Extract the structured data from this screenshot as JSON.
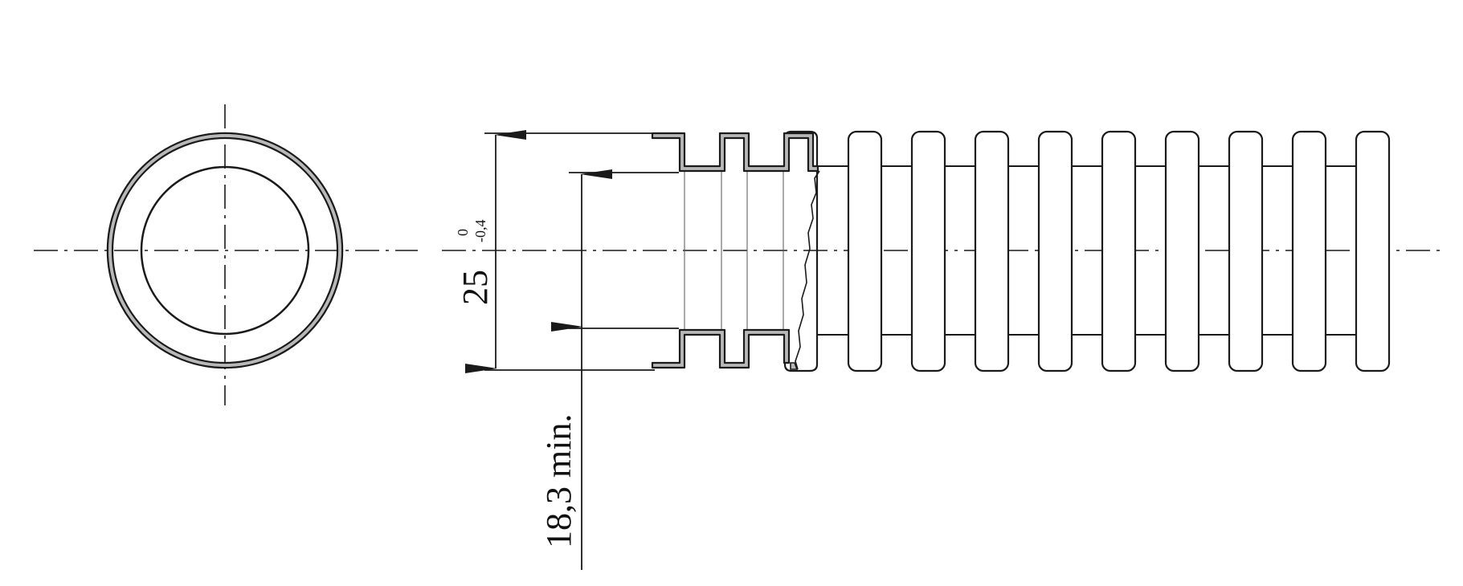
{
  "drawing": {
    "outer_diameter": {
      "value": "25",
      "upper_tolerance": "0",
      "lower_tolerance": "-0,4"
    },
    "inner_diameter": {
      "label": "18,3 min."
    },
    "colors": {
      "line": "#1a1a1a",
      "wall_fill": "#b8b8b8",
      "background": "#ffffff"
    },
    "corrugation_rib_count": 9
  }
}
